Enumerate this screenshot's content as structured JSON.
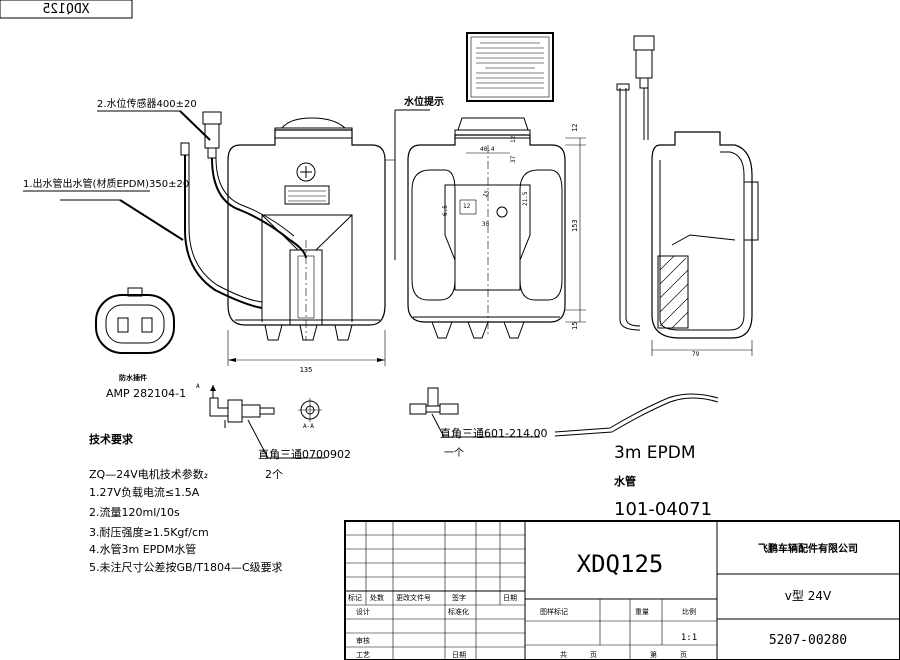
{
  "stamp_mirrored": "XDQ125",
  "callouts": {
    "wire_harness": "2.水位传感器400±20",
    "outlet_pipe": "1.出水管出水管(材质EPDM)350±20",
    "water_level_mark": "水位提示",
    "connector_name": "防水插件",
    "connector_part": "AMP 282104-1",
    "connector_code": "直角三通0700902",
    "connector_qty": "2个",
    "tee_code": "直角三通601-214.00",
    "tee_qty": "一个",
    "hose_spec": "3m  EPDM",
    "hose_name": "水管",
    "hose_part": "101-04071"
  },
  "dimensions": {
    "d12_top": "12",
    "d153": "153",
    "d15": "15",
    "d135": "135",
    "d79": "79",
    "d404": "40.4",
    "d65": "6.5",
    "d12_small": "12",
    "d15_small": "15",
    "d30": "30",
    "d215": "21.5",
    "d37": "37",
    "d12_right": "12",
    "section_aa": "A-A",
    "section_a": "A"
  },
  "tech_requirements": {
    "title": "技术要求",
    "items": [
      "ZQ—24V电机技术参数₂",
      "1.27V负载电流≤1.5A",
      "2.流量120ml/10s",
      "3.耐压强度≥1.5Kgf/cm",
      "4.水管3m  EPDM水管",
      "5.未注尺寸公差按GB/T1804—C级要求"
    ]
  },
  "title_block": {
    "drawing_no": "XDQ125",
    "company": "飞鹏车辆配件有限公司",
    "model": "v型 24V",
    "part_no": "5207-00280",
    "scale": "1:1",
    "rev_headers": [
      "标记",
      "处数",
      "更改文件号",
      "签字",
      "日期"
    ],
    "sign_design": "设计",
    "sign_std": "标准化",
    "sign_check": "审核",
    "sign_process": "工艺",
    "sign_date": "日期",
    "stage_label": "图样标记",
    "weight_label": "重量",
    "scale_label": "比例",
    "sheet_total": "共",
    "sheet_page": "页",
    "sheet_no": "第",
    "sheet_page2": "页"
  }
}
